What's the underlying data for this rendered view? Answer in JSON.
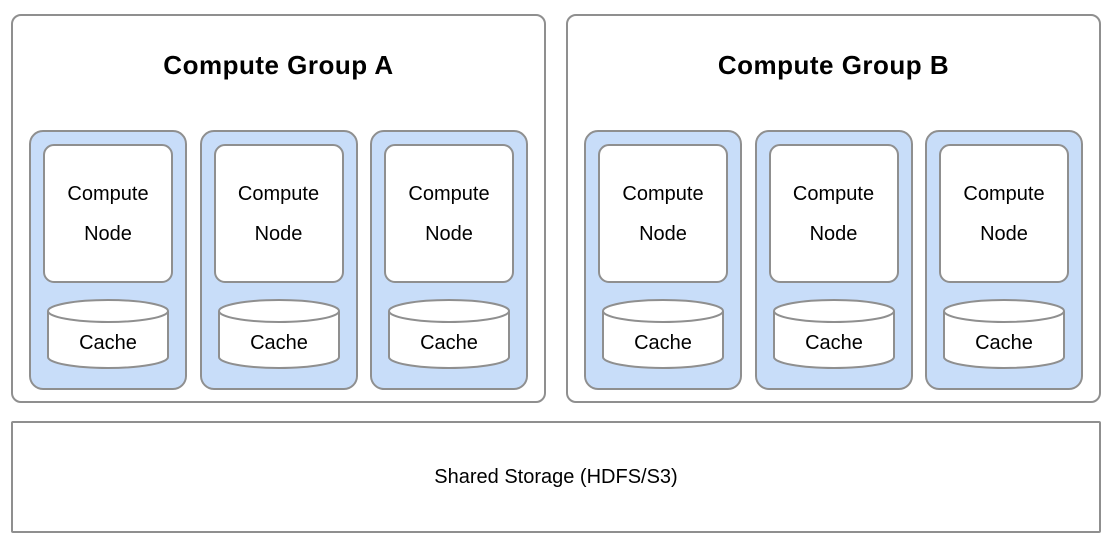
{
  "colors": {
    "container_fill": "#c8ddf9",
    "border": "#8f8f8f",
    "canvas_background": "#ffffff",
    "text": "#000000"
  },
  "groups": [
    {
      "title": "Compute Group A",
      "nodes": [
        {
          "label_lines": [
            "Compute",
            "Node"
          ],
          "cache_label": "Cache"
        },
        {
          "label_lines": [
            "Compute",
            "Node"
          ],
          "cache_label": "Cache"
        },
        {
          "label_lines": [
            "Compute",
            "Node"
          ],
          "cache_label": "Cache"
        }
      ]
    },
    {
      "title": "Compute Group B",
      "nodes": [
        {
          "label_lines": [
            "Compute",
            "Node"
          ],
          "cache_label": "Cache"
        },
        {
          "label_lines": [
            "Compute",
            "Node"
          ],
          "cache_label": "Cache"
        },
        {
          "label_lines": [
            "Compute",
            "Node"
          ],
          "cache_label": "Cache"
        }
      ]
    }
  ],
  "storage": {
    "label": "Shared Storage (HDFS/S3)"
  }
}
